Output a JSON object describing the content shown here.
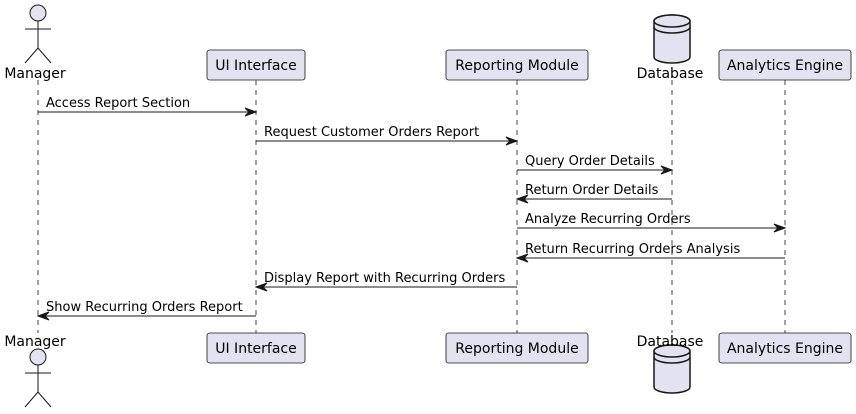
{
  "participants": [
    {
      "id": "manager",
      "label": "Manager",
      "kind": "actor"
    },
    {
      "id": "ui",
      "label": "UI Interface",
      "kind": "participant"
    },
    {
      "id": "reporting",
      "label": "Reporting Module",
      "kind": "participant"
    },
    {
      "id": "database",
      "label": "Database",
      "kind": "database"
    },
    {
      "id": "analytics",
      "label": "Analytics Engine",
      "kind": "participant"
    }
  ],
  "messages": [
    {
      "from": "manager",
      "to": "ui",
      "label": "Access Report Section"
    },
    {
      "from": "ui",
      "to": "reporting",
      "label": "Request Customer Orders Report"
    },
    {
      "from": "reporting",
      "to": "database",
      "label": "Query Order Details"
    },
    {
      "from": "database",
      "to": "reporting",
      "label": "Return Order Details"
    },
    {
      "from": "reporting",
      "to": "analytics",
      "label": "Analyze Recurring Orders"
    },
    {
      "from": "analytics",
      "to": "reporting",
      "label": "Return Recurring Orders Analysis"
    },
    {
      "from": "reporting",
      "to": "ui",
      "label": "Display Report with Recurring Orders"
    },
    {
      "from": "ui",
      "to": "manager",
      "label": "Show Recurring Orders Report"
    }
  ],
  "colors": {
    "participant_fill": "#E2E2F0",
    "participant_border": "#181818",
    "lifeline": "#181818",
    "arrow": "#181818"
  }
}
